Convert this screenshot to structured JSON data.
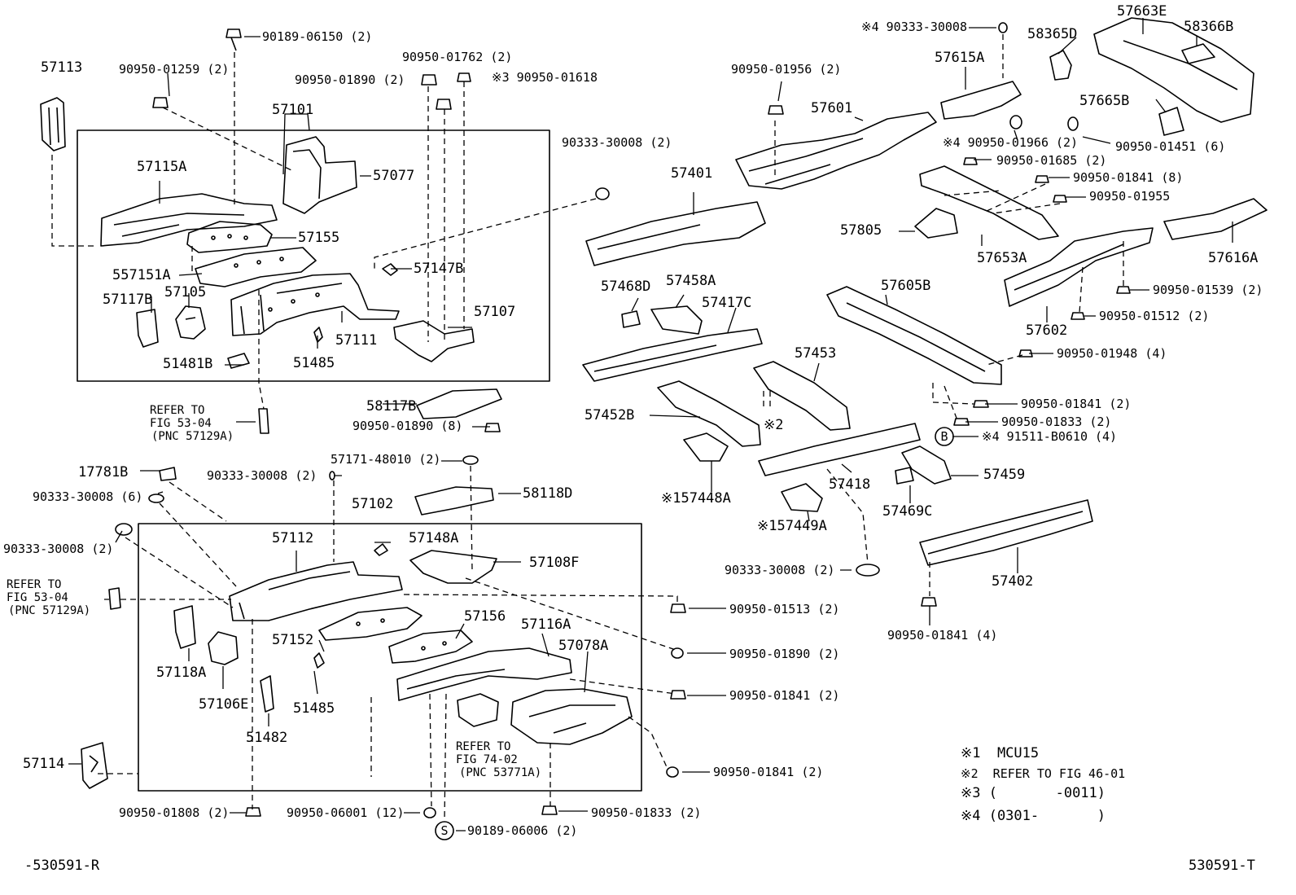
{
  "labels": {
    "p57113": "57113",
    "p90189_06150": "90189-06150 (2)",
    "p90950_01259": "90950-01259 (2)",
    "p90950_01762": "90950-01762 (2)",
    "p90950_01890_a": "90950-01890 (2)",
    "p90950_01618": "※3 90950-01618",
    "p57101": "57101",
    "p57115A": "57115A",
    "p57077": "57077",
    "p90333_30008_a": "90333-30008 (2)",
    "p57155": "57155",
    "p557151A": "557151A",
    "p57147B": "57147B",
    "p57117B": "57117B",
    "p57105": "57105",
    "p57107": "57107",
    "p57111": "57111",
    "p51481B": "51481B",
    "p51485_a": "51485",
    "refer_a_1": "REFER TO",
    "refer_a_2": "FIG 53-04",
    "refer_a_3": "(PNC 57129A)",
    "p58117B": "58117B",
    "p90950_01890_8": "90950-01890 (8)",
    "p57171": "57171-48010 (2)",
    "p17781B": "17781B",
    "p90333_30008_b": "90333-30008 (2)",
    "p90333_30008_6": "90333-30008 (6)",
    "p58118D": "58118D",
    "p57102": "57102",
    "p90333_30008_c": "90333-30008 (2)",
    "p57112": "57112",
    "p57148A": "57148A",
    "p57108F": "57108F",
    "refer_b_1": "REFER TO",
    "refer_b_2": "FIG 53-04",
    "refer_b_3": "(PNC 57129A)",
    "p90950_01513": "90950-01513 (2)",
    "p57156": "57156",
    "p57116A": "57116A",
    "p57152": "57152",
    "p57078A": "57078A",
    "p90950_01890_b": "90950-01890 (2)",
    "p57118A": "57118A",
    "p57106E": "57106E",
    "p51485_b": "51485",
    "p90950_01841_a": "90950-01841 (2)",
    "p51482": "51482",
    "refer_c_1": "REFER TO",
    "refer_c_2": "FIG 74-02",
    "refer_c_3": "(PNC 53771A)",
    "p57114": "57114",
    "p90950_01841_b": "90950-01841 (2)",
    "p90950_01808": "90950-01808 (2)",
    "p90950_06001": "90950-06001 (12)",
    "p90950_01833_a": "90950-01833 (2)",
    "p90189_06006": "90189-06006 (2)",
    "s_circle": "S",
    "code_left": "-530591-R",
    "p90333_30008_d": "※4 90333-30008",
    "p57663E": "57663E",
    "p58365D": "58365D",
    "p58366B": "58366B",
    "p90950_01956": "90950-01956 (2)",
    "p57615A": "57615A",
    "p57601": "57601",
    "p57665B": "57665B",
    "p90950_01966": "※4 90950-01966 (2)",
    "p90950_01451": "90950-01451 (6)",
    "p90950_01685": "90950-01685 (2)",
    "p57401": "57401",
    "p90950_01841_8": "90950-01841 (8)",
    "p90950_01955": "90950-01955",
    "p57805": "57805",
    "p57653A": "57653A",
    "p57616A": "57616A",
    "p57468D": "57468D",
    "p57458A": "57458A",
    "p57417C": "57417C",
    "p57605B": "57605B",
    "p90950_01539": "90950-01539 (2)",
    "p57602": "57602",
    "p90950_01512": "90950-01512 (2)",
    "p57453": "57453",
    "p90950_01948": "90950-01948 (4)",
    "p57452B": "57452B",
    "p90950_01841_c": "90950-01841 (2)",
    "p90950_01833_b": "90950-01833 (2)",
    "ref2": "※2",
    "b_circle": "B",
    "p91511": "※4 91511-B0610 (4)",
    "p57459": "57459",
    "p157448A": "※157448A",
    "p57418": "57418",
    "p57469C": "57469C",
    "p157449A": "※157449A",
    "p90333_30008_e": "90333-30008 (2)",
    "p57402": "57402",
    "p90950_01841_4": "90950-01841 (4)",
    "note1": "※1  MCU15",
    "note2": "※2  REFER TO FIG 46-01",
    "note3": "※3 (       -0011)",
    "note4": "※4 (0301-       )",
    "code_right": "530591-T"
  }
}
